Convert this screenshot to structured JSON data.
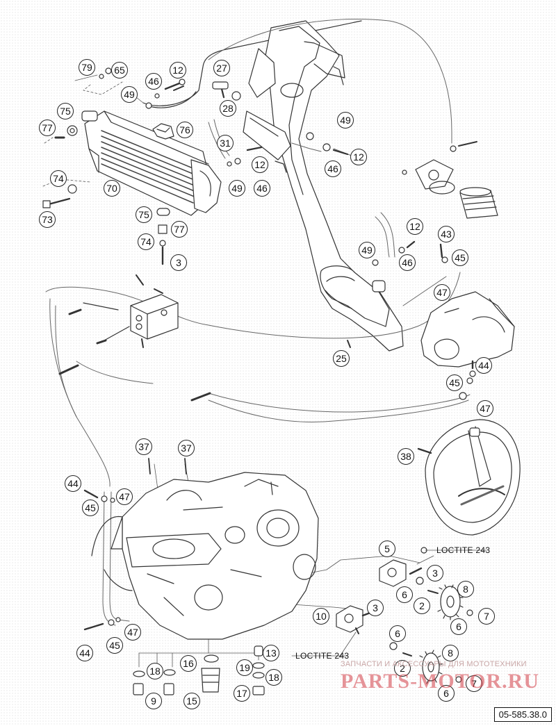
{
  "diagram": {
    "drawing_number": "05-585.38.0",
    "notes": {
      "loctite_upper": "LOCTITE 243",
      "loctite_lower": "LOCTITE 243"
    },
    "callouts": {
      "c79": "79",
      "c65": "65",
      "c46a": "46",
      "c12a": "12",
      "c27": "27",
      "c28": "28",
      "c49a": "49",
      "c75a": "75",
      "c76": "76",
      "c77a": "77",
      "c49b": "49",
      "c31": "31",
      "c12b": "12",
      "c46b": "46",
      "c12c": "12",
      "c74a": "74",
      "c70": "70",
      "c49c": "49",
      "c46c": "46",
      "c73": "73",
      "c75b": "75",
      "c77b": "77",
      "c74b": "74",
      "c3a": "3",
      "c12d": "12",
      "c43": "43",
      "c49d": "49",
      "c46d": "46",
      "c45a": "45",
      "c47a": "47",
      "c25": "25",
      "c44a": "44",
      "c45b": "45",
      "c47b": "47",
      "c37a": "37",
      "c37b": "37",
      "c38": "38",
      "c44b": "44",
      "c47c": "47",
      "c45c": "45",
      "c5": "5",
      "c3b": "3",
      "c8a": "8",
      "c6a": "6",
      "c2a": "2",
      "c7a": "7",
      "c6b": "6",
      "c10": "10",
      "c3c": "3",
      "c47d": "47",
      "c6c": "6",
      "c44c": "44",
      "c45d": "45",
      "c13": "13",
      "c16": "16",
      "c18a": "18",
      "c19": "19",
      "c18b": "18",
      "c8b": "8",
      "c2b": "2",
      "c17": "17",
      "c9": "9",
      "c15": "15",
      "c6d": "6",
      "c7b": "7"
    }
  },
  "watermark": {
    "caption": "ЗАПЧАСТИ И АКСЕССУАРЫ ДЛЯ МОТОТЕХНИКИ",
    "logo": "PARTS-MOTOR.RU"
  }
}
